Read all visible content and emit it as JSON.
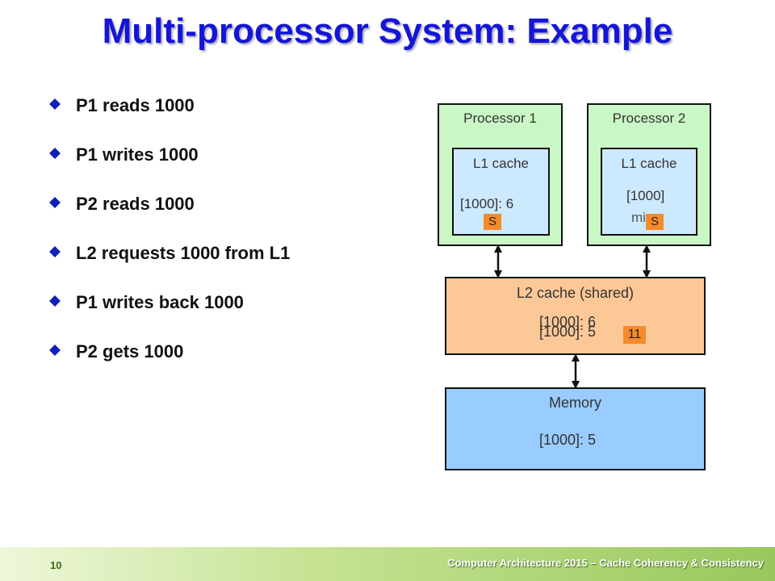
{
  "title": "Multi-processor System: Example",
  "bullets": [
    "P1 reads 1000",
    "P1 writes 1000",
    "P2 reads 1000",
    "L2 requests 1000 from L1",
    "P1 writes back 1000",
    "P2 gets 1000"
  ],
  "diagram": {
    "processor1": {
      "label": "Processor 1",
      "l1_label": "L1 cache",
      "value": "[1000]: 6",
      "state": "S"
    },
    "processor2": {
      "label": "Processor 2",
      "l1_label": "L1 cache",
      "value_line1": "[1000]",
      "value_line2": "miss",
      "state": "S"
    },
    "l2": {
      "label": "L2 cache (shared)",
      "value_old": "[1000]: 6",
      "value_new": "[1000]: 5",
      "state": "11"
    },
    "memory": {
      "label": "Memory",
      "value": "[1000]: 5"
    }
  },
  "footer": {
    "page_number": "10",
    "text": "Computer Architecture 2015 – Cache Coherency & Consistency"
  },
  "colors": {
    "title": "#1515d8",
    "processor": "#c9f7c5",
    "l1_cache": "#cde9ff",
    "l2_cache": "#fdc897",
    "memory": "#99ccff",
    "state_tag": "#f68b2c"
  }
}
